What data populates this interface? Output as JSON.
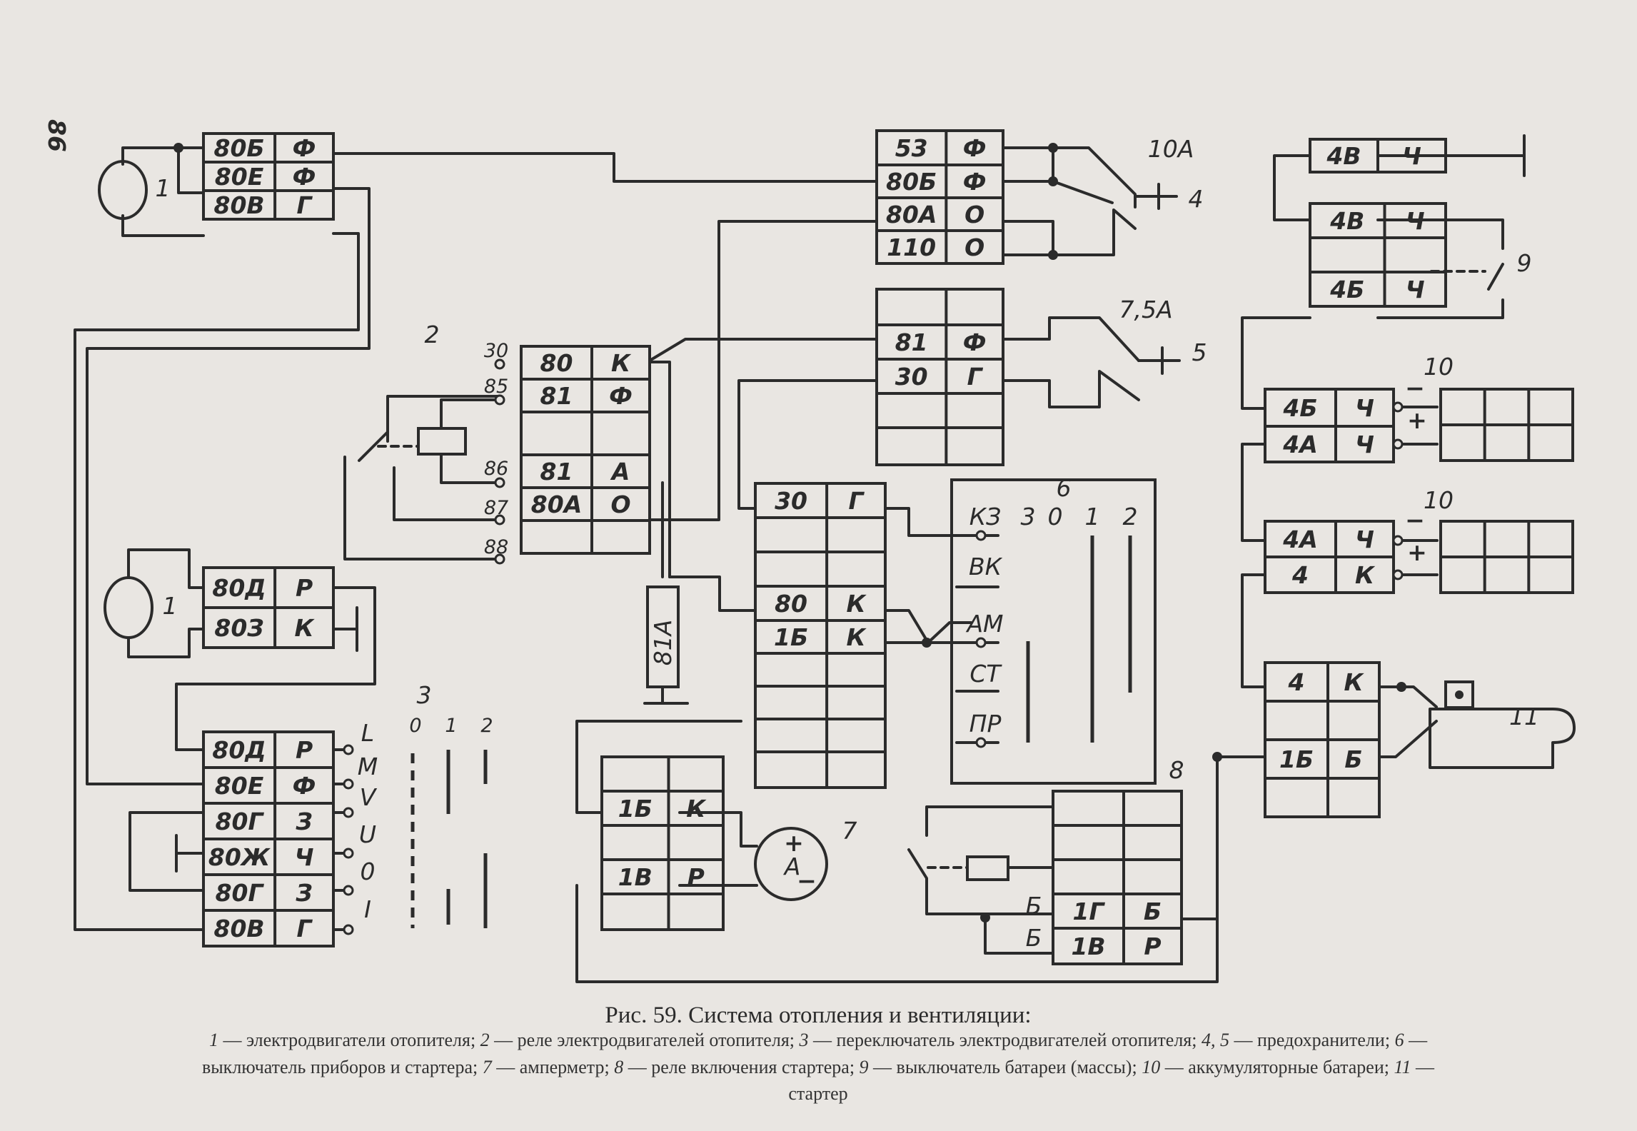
{
  "page_number": "86",
  "figure_title": "Рис. 59. Система отопления и вентиляции:",
  "caption": [
    [
      [
        "1",
        "i"
      ],
      [
        " — электродвигатели отопителя; ",
        "n"
      ],
      [
        "2",
        "i"
      ],
      [
        " — реле электродвигателей отопителя; ",
        "n"
      ],
      [
        "3",
        "i"
      ],
      [
        " — переключатель электродвигателей отопителя; ",
        "n"
      ],
      [
        "4, 5",
        "i"
      ],
      [
        " — предохранители; ",
        "n"
      ],
      [
        "6",
        "i"
      ],
      [
        " —",
        "n"
      ]
    ],
    [
      [
        "выключатель приборов и стартера; ",
        "n"
      ],
      [
        "7",
        "i"
      ],
      [
        " — амперметр; ",
        "n"
      ],
      [
        "8",
        "i"
      ],
      [
        " — реле включения стартера; ",
        "n"
      ],
      [
        "9",
        "i"
      ],
      [
        " — выключатель батареи (массы);  ",
        "n"
      ],
      [
        "10",
        "i"
      ],
      [
        " — аккумуляторные  батареи; ",
        "n"
      ],
      [
        "11",
        "i"
      ],
      [
        " —",
        "n"
      ]
    ],
    [
      [
        "стартер",
        "n"
      ]
    ]
  ],
  "component_labels": {
    "motor_top": "1",
    "motor_mid": "1",
    "relay": "2",
    "switch3": "3",
    "fuse4": "4",
    "fuse5": "5",
    "ignition": "6",
    "ammeter": "7",
    "ammeter_symbol": "A",
    "start_relay": "8",
    "battery_switch": "9",
    "battery_top": "10",
    "battery_bottom": "10",
    "starter": "11"
  },
  "fuse_ratings": {
    "fuse4": "10А",
    "fuse5": "7,5А"
  },
  "polarity": {
    "plus": "+",
    "minus": "−"
  },
  "relay_pins": [
    "30",
    "85",
    "86",
    "87",
    "88"
  ],
  "switch3_positions": [
    "0",
    "1",
    "2"
  ],
  "switch3_terminals": [
    "L",
    "M",
    "V",
    "U",
    "0",
    "I"
  ],
  "ignition_positions": [
    "3",
    "0",
    "1",
    "2"
  ],
  "ignition_terminals": [
    "КЗ",
    "ВК",
    "АМ",
    "СТ",
    "ПР"
  ],
  "start_relay_terminals": [
    "Б",
    "Б"
  ],
  "wire_81A": "81А",
  "blocks": {
    "b1": [
      [
        "80Б",
        "Ф"
      ],
      [
        "80Е",
        "Ф"
      ],
      [
        "80В",
        "Г"
      ]
    ],
    "b2": [
      [
        "80Д",
        "Р"
      ],
      [
        "80З",
        "К"
      ]
    ],
    "b3": [
      [
        "80Д",
        "Р"
      ],
      [
        "80Е",
        "Ф"
      ],
      [
        "80Г",
        "З"
      ],
      [
        "80Ж",
        "Ч"
      ],
      [
        "80Г",
        "З"
      ],
      [
        "80В",
        "Г"
      ]
    ],
    "b4": [
      [
        "80",
        "К"
      ],
      [
        "81",
        "Ф"
      ],
      [
        "",
        ""
      ],
      [
        "81",
        "А"
      ],
      [
        "80А",
        "О"
      ],
      [
        "",
        ""
      ]
    ],
    "b5": [
      [
        "53",
        "Ф"
      ],
      [
        "80Б",
        "Ф"
      ],
      [
        "80А",
        "О"
      ],
      [
        "110",
        "О"
      ]
    ],
    "b6": [
      [
        "",
        ""
      ],
      [
        "81",
        "Ф"
      ],
      [
        "30",
        "Г"
      ],
      [
        "",
        ""
      ],
      [
        "",
        ""
      ]
    ],
    "b7": [
      [
        "30",
        "Г"
      ],
      [
        "",
        ""
      ],
      [
        "",
        ""
      ],
      [
        "80",
        "К"
      ],
      [
        "1Б",
        "К"
      ],
      [
        "",
        ""
      ],
      [
        "",
        ""
      ],
      [
        "",
        ""
      ],
      [
        "",
        ""
      ]
    ],
    "b8": [
      [
        "",
        ""
      ],
      [
        "1Б",
        "К"
      ],
      [
        "",
        ""
      ],
      [
        "1В",
        "Р"
      ],
      [
        "",
        ""
      ]
    ],
    "b9": [
      [
        "",
        ""
      ],
      [
        "",
        ""
      ],
      [
        "",
        ""
      ],
      [
        "1Г",
        "Б"
      ],
      [
        "1В",
        "Р"
      ]
    ],
    "b10": [
      [
        "4В",
        "Ч"
      ]
    ],
    "b11": [
      [
        "4В",
        "Ч"
      ],
      [
        "",
        ""
      ],
      [
        "4Б",
        "Ч"
      ]
    ],
    "b12": [
      [
        "4Б",
        "Ч"
      ],
      [
        "4А",
        "Ч"
      ]
    ],
    "b13": [
      [
        "4А",
        "Ч"
      ],
      [
        "4",
        "К"
      ]
    ],
    "b14": [
      [
        "4",
        "К"
      ],
      [
        "",
        ""
      ],
      [
        "1Б",
        "Б"
      ],
      [
        "",
        ""
      ]
    ],
    "b15": [
      [
        "",
        "",
        ""
      ],
      [
        "",
        "",
        ""
      ]
    ],
    "b16": [
      [
        "",
        "",
        ""
      ],
      [
        "",
        "",
        ""
      ]
    ]
  }
}
